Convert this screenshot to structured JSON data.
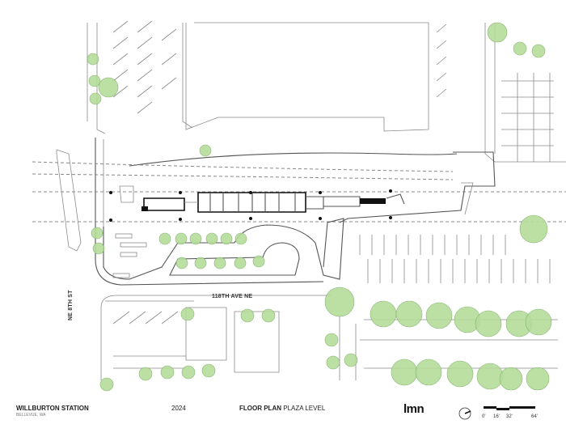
{
  "project": {
    "name": "WILLBURTON STATION",
    "location": "BELLEVUE, WA",
    "year": "2024"
  },
  "sheet": {
    "title_bold": "FLOOR PLAN",
    "title_light": "PLAZA LEVEL"
  },
  "firm_logo": "lmn",
  "streets": {
    "avenue": "118TH AVE NE",
    "street": "NE 8TH ST"
  },
  "scale_bar": {
    "ticks": [
      "0'",
      "16'",
      "32'",
      "64'"
    ]
  },
  "icons": [
    "north-arrow-icon",
    "scale-bar-icon"
  ],
  "colors": {
    "tree_fill": "#b5dc9a",
    "linework": "#8a8a8a",
    "building": "#111111"
  }
}
